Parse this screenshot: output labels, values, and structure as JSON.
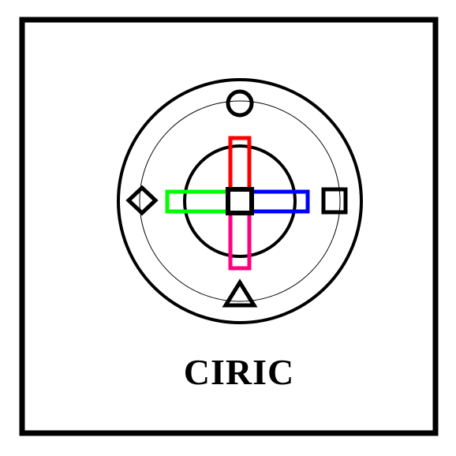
{
  "caption": "CIRIC",
  "symbol": {
    "arms": [
      {
        "direction": "up",
        "color": "#ff0000"
      },
      {
        "direction": "right",
        "color": "#0000ff"
      },
      {
        "direction": "down",
        "color": "#ff007f"
      },
      {
        "direction": "left",
        "color": "#00ff00"
      }
    ],
    "markers": [
      {
        "direction": "up",
        "shape": "circle-icon"
      },
      {
        "direction": "right",
        "shape": "square-icon"
      },
      {
        "direction": "down",
        "shape": "triangle-icon"
      },
      {
        "direction": "left",
        "shape": "diamond-icon"
      }
    ],
    "center": "square-icon",
    "line_color": "#000000"
  }
}
